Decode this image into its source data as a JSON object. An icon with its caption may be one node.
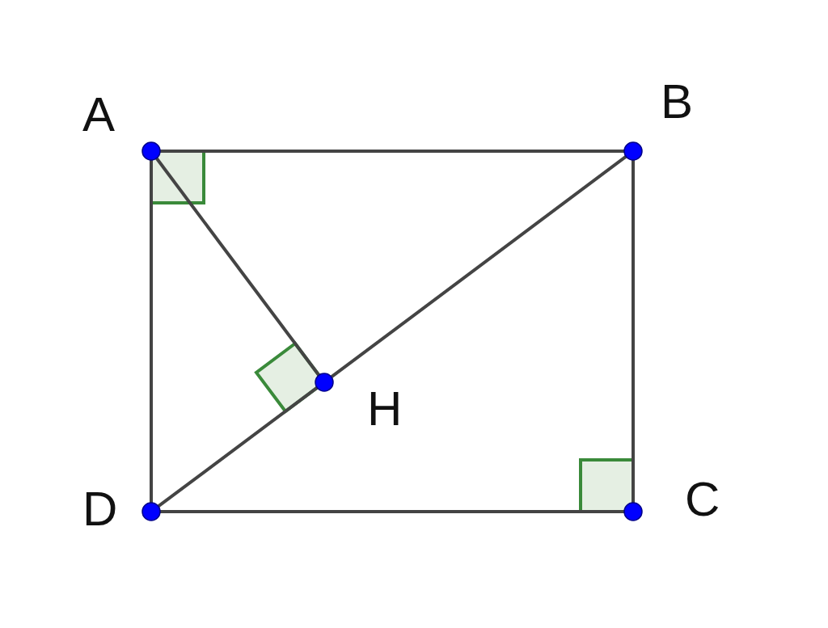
{
  "diagram": {
    "nodes": [
      {
        "text": [],
        "shape": "circle",
        "beside": [
          "A"
        ]
      },
      {
        "text": [],
        "shape": "circle",
        "beside": [
          "B"
        ]
      },
      {
        "text": [],
        "shape": "circle",
        "beside": [
          "C"
        ]
      },
      {
        "text": [],
        "shape": "circle",
        "beside": [
          "D"
        ]
      },
      {
        "text": [],
        "shape": "circle",
        "beside": [
          "H"
        ]
      }
    ],
    "edges": [
      {
        "from": 0,
        "to": 1,
        "arrow": "none"
      },
      {
        "from": 1,
        "to": 2,
        "arrow": "none"
      },
      {
        "from": 2,
        "to": 3,
        "arrow": "none"
      },
      {
        "from": 3,
        "to": 0,
        "arrow": "none"
      },
      {
        "from": 0,
        "to": 4,
        "arrow": "none"
      },
      {
        "from": 1,
        "to": 4,
        "arrow": "none"
      },
      {
        "from": 4,
        "to": 3,
        "arrow": "none"
      }
    ]
  }
}
